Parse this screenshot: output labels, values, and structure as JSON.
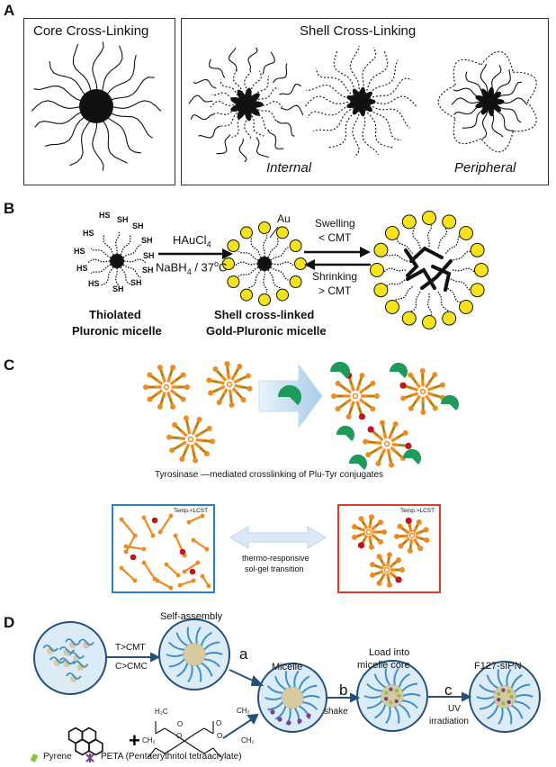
{
  "panel_a": {
    "letter": "A",
    "core_title": "Core Cross-Linking",
    "shell_title": "Shell Cross-Linking",
    "internal_label": "Internal",
    "peripheral_label": "Peripheral"
  },
  "panel_b": {
    "letter": "B",
    "sh_labels": [
      "HS",
      "SH",
      "HS",
      "SH",
      "HS",
      "SH",
      "HS",
      "SH",
      "SH",
      "HS",
      "SH",
      "SH"
    ],
    "reagent_top": "HAuCl",
    "reagent_top_sub": "4",
    "reagent_bottom": "NaBH",
    "reagent_bottom_sub": "4",
    "reagent_bottom_rest": " / 37",
    "reagent_bottom_sup": "o",
    "reagent_bottom_end": "C",
    "au_label": "Au",
    "swelling": "Swelling",
    "swelling_cond": "< CMT",
    "shrinking": "Shrinking",
    "shrinking_cond": "> CMT",
    "caption_left_1": "Thiolated",
    "caption_left_2": "Pluronic micelle",
    "caption_mid_1": "Shell cross-linked",
    "caption_mid_2": "Gold-Pluronic micelle"
  },
  "panel_c": {
    "letter": "C",
    "caption": "Tyrosinase —mediated crosslinking of Plu-Tyr conjugates",
    "temp_low": "Temp.<LCST",
    "temp_high": "Temp.>LCST",
    "transition_1": "thermo-responsive",
    "transition_2": "sol-gel transition"
  },
  "panel_d": {
    "letter": "D",
    "self_assembly": "Self-assembly",
    "cond_1": "T>CMT",
    "cond_2": "C>CMC",
    "micelle": "Micelle",
    "load_1": "Load into",
    "load_2": "micelle core",
    "product": "F127-sIPN",
    "step_a": "a",
    "step_b": "b",
    "step_c": "c",
    "shake": "shake",
    "uv_1": "UV",
    "uv_2": "irradiation",
    "pyrene": "Pyrene",
    "peta": "PETA (Pentaerythritol tetraacrylate)",
    "chem_h2c": "H₂C",
    "chem_ch2": "CH₂",
    "chem_o": "O"
  },
  "colors": {
    "gold": "#f5e21a",
    "orange": "#f08a1e",
    "green_chain": "#6a8a2a",
    "tyr_red": "#c0151c",
    "enzyme_green": "#1f9a5a",
    "blue_frame": "#2a7fbf",
    "red_frame": "#e03a2a",
    "arm_blue": "#3f8fc8",
    "circle_fill": "#dcecf7"
  }
}
